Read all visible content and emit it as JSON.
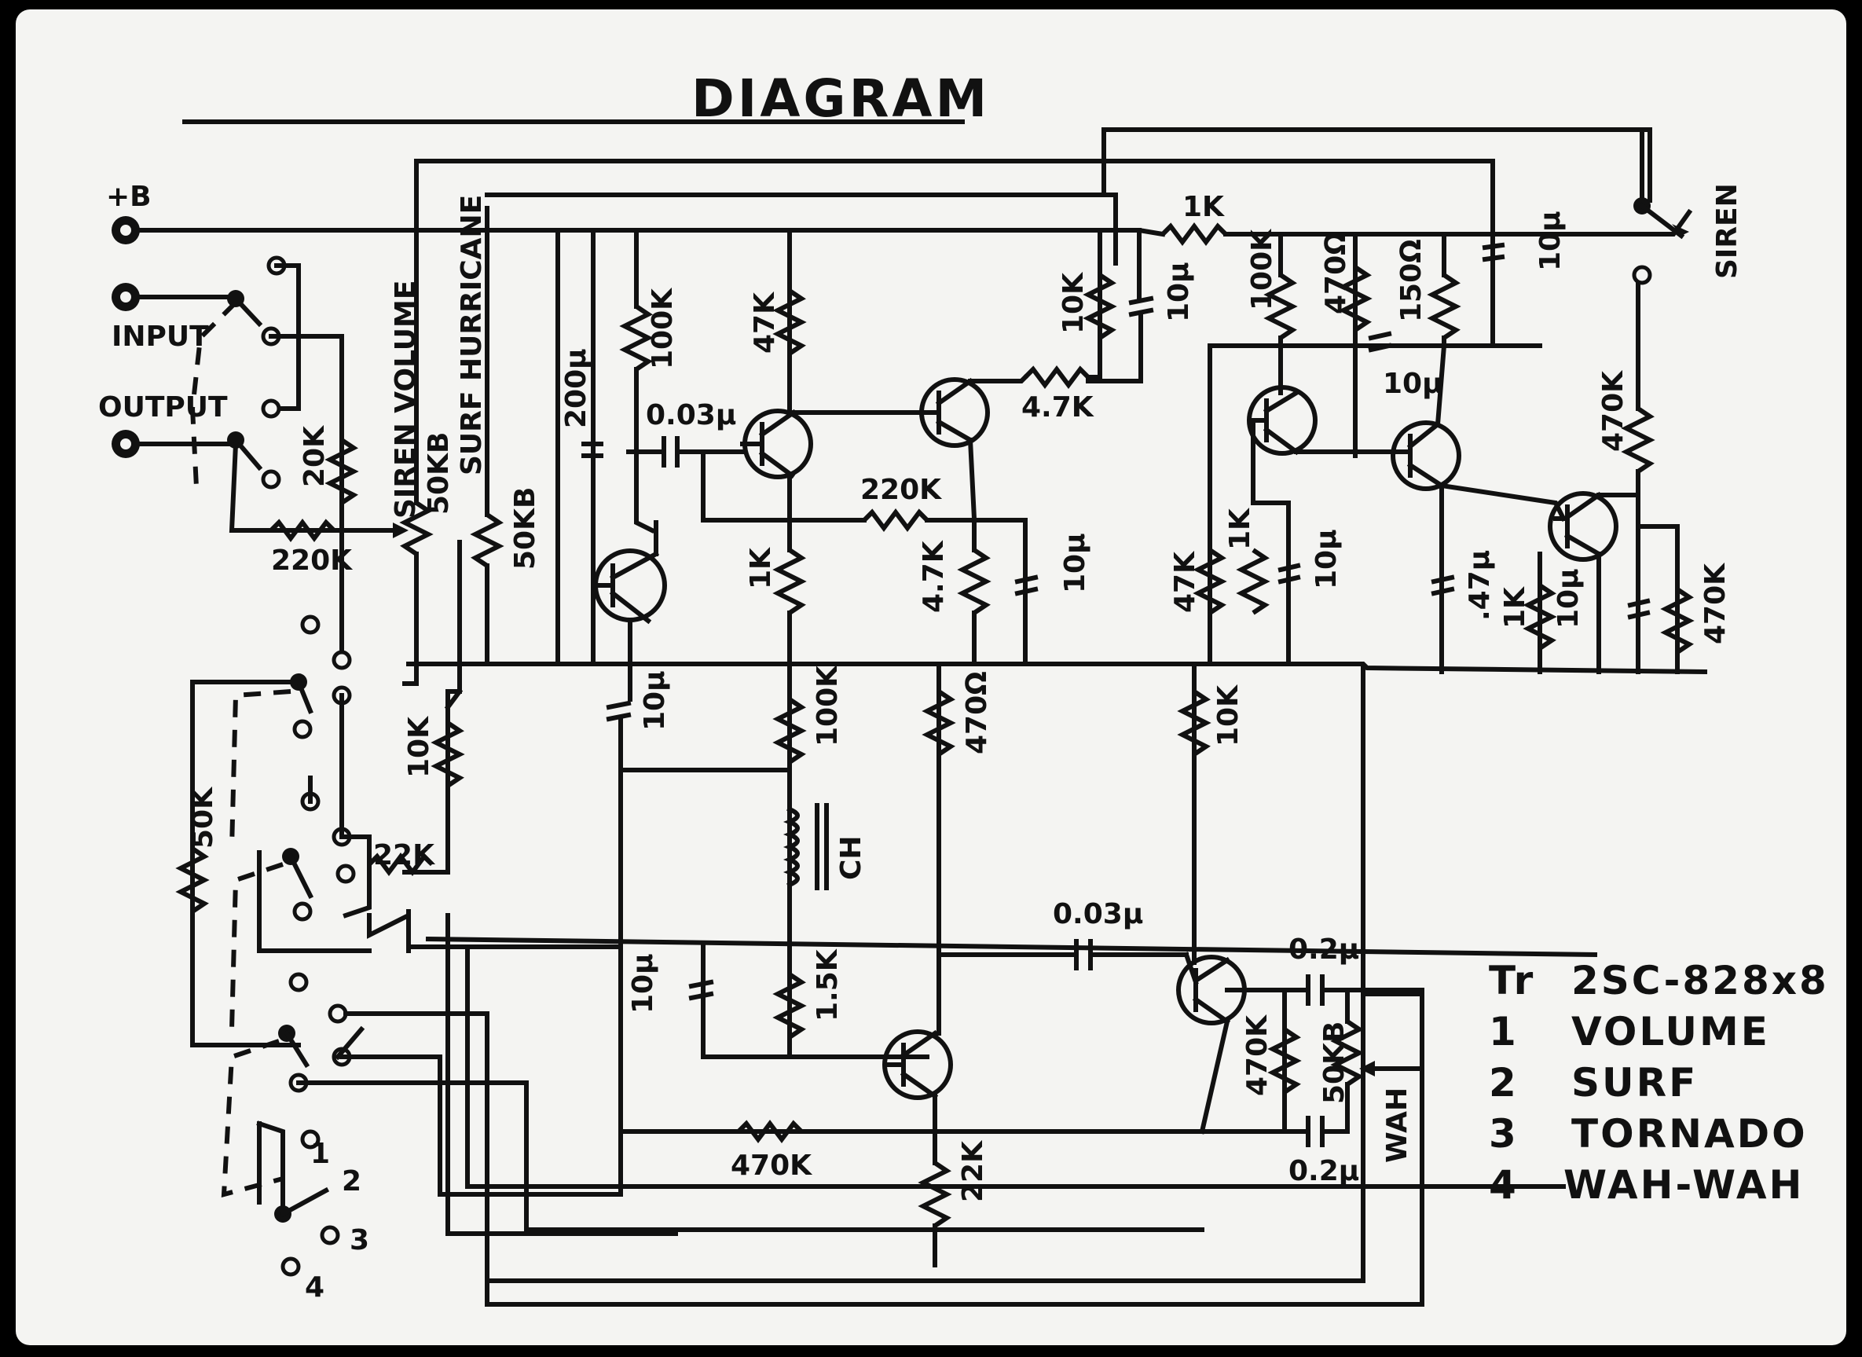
{
  "title": "DIAGRAM",
  "jacks": {
    "power": "+B",
    "input": "INPUT",
    "output": "OUTPUT"
  },
  "switches": {
    "siren": "SIREN",
    "selector_positions": [
      "1",
      "2",
      "3",
      "4"
    ]
  },
  "controls": {
    "siren_volume": "SIREN VOLUME",
    "surf_hurricane": "SURF HURRICANE",
    "wah": "WAH"
  },
  "components": {
    "r_20k": "20K",
    "r_220k_in": "220K",
    "pot_50kb_siren": "50KB",
    "pot_50kb_surf": "50KB",
    "r_10k_sw": "10K",
    "r_22k_sw": "22K",
    "r_50k_sw": "50K",
    "c_200u": "200µ",
    "r_100k_a": "100K",
    "c_0_03_a": "0.03µ",
    "r_47k_a": "47K",
    "r_1k_a": "1K",
    "r_220k_b": "220K",
    "r_4_7k_a": "4.7K",
    "r_4_7k_b": "4.7K",
    "r_10k_a": "10K",
    "c_10u_a": "10µ",
    "c_10u_b": "10µ",
    "r_1k_top": "1K",
    "r_100k_b": "100K",
    "r_470_a": "470Ω",
    "r_150": "150Ω",
    "c_10u_c": "10µ",
    "c_10u_top": "10µ",
    "r_47k_b": "47K",
    "r_1k_b": "1K",
    "c_10u_d": "10µ",
    "c_47u": ".47µ",
    "r_1k_c": "1K",
    "c_10u_e": "10µ",
    "r_470k_a": "470K",
    "r_470k_b": "470K",
    "c_10u_f": "10µ",
    "r_100k_c": "100K",
    "r_470_b": "470Ω",
    "r_10k_b": "10K",
    "choke": "CH",
    "c_10u_g": "10µ",
    "r_1_5k": "1.5K",
    "c_0_03_b": "0.03µ",
    "c_0_2_a": "0.2µ",
    "r_470k_c": "470K",
    "pot_50kb_wah": "50KB",
    "c_0_2_b": "0.2µ",
    "r_470k_d": "470K",
    "r_22k_out": "22K"
  },
  "legend": {
    "transistors_label": "Tr",
    "transistors_value": "2SC-828x8",
    "items": [
      {
        "num": "1",
        "name": "VOLUME"
      },
      {
        "num": "2",
        "name": "SURF"
      },
      {
        "num": "3",
        "name": "TORNADO"
      },
      {
        "num": "4",
        "name": "WAH-WAH"
      }
    ]
  }
}
